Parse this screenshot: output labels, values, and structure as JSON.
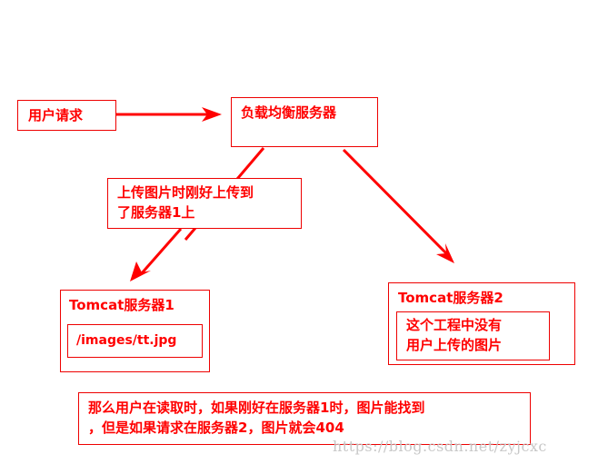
{
  "user_request": "用户请求",
  "load_balancer": "负载均衡服务器",
  "upload_note": [
    "上传图片时刚好上传到",
    "了服务器1上"
  ],
  "tomcat1": {
    "title": "Tomcat服务器1",
    "file": "/images/tt.jpg"
  },
  "tomcat2": {
    "title": "Tomcat服务器2",
    "note": [
      "这个工程中没有",
      "用户上传的图片"
    ]
  },
  "conclusion": [
    "那么用户在读取时，如果刚好在服务器1时，图片能找到",
    "，但是如果请求在服务器2，图片就会404"
  ],
  "watermark": "https://blog.csdn.net/zyjcxc",
  "colors": {
    "accent": "#ff0000"
  }
}
